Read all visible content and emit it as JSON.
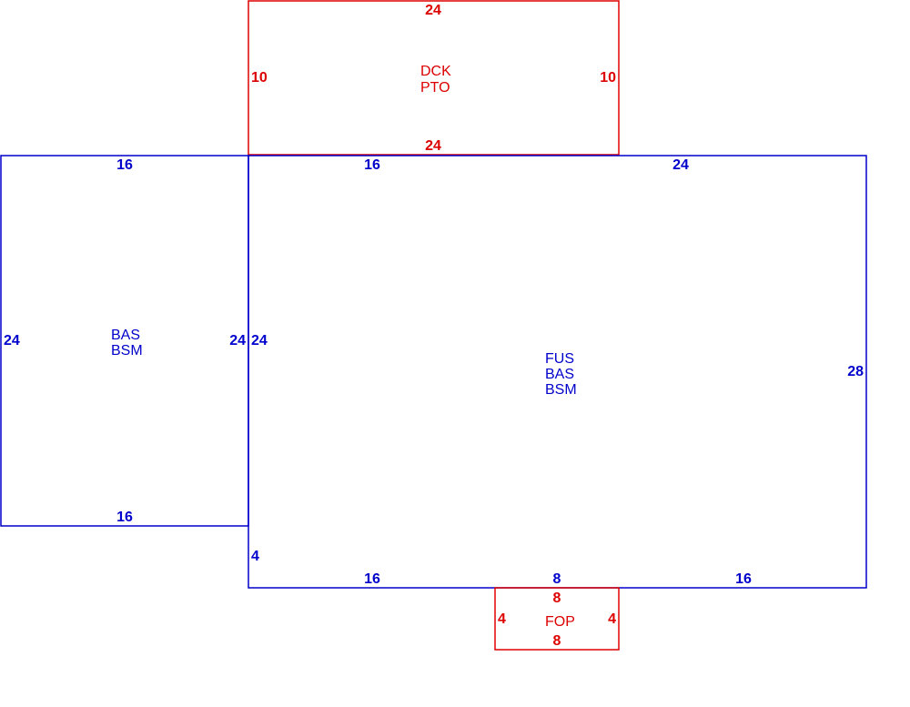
{
  "colors": {
    "living_area": "#0000cc",
    "exterior_area": "#dd0000",
    "background": "#ffffff"
  },
  "areas": {
    "dck_pto": {
      "codes": [
        "DCK",
        "PTO"
      ],
      "top": "24",
      "bottom": "24",
      "left": "10",
      "right": "10"
    },
    "west_wing": {
      "codes": [
        "BAS",
        "BSM"
      ],
      "top": "16",
      "bottom": "16",
      "left": "24",
      "right": "24"
    },
    "main": {
      "codes": [
        "FUS",
        "BAS",
        "BSM"
      ],
      "top_left": "16",
      "top_right": "24",
      "left": "24",
      "left_lower": "4",
      "right": "28",
      "bottom_left": "16",
      "bottom_mid": "8",
      "bottom_right": "16"
    },
    "fop": {
      "codes": [
        "FOP"
      ],
      "top": "8",
      "bottom": "8",
      "left": "4",
      "right": "4"
    }
  }
}
